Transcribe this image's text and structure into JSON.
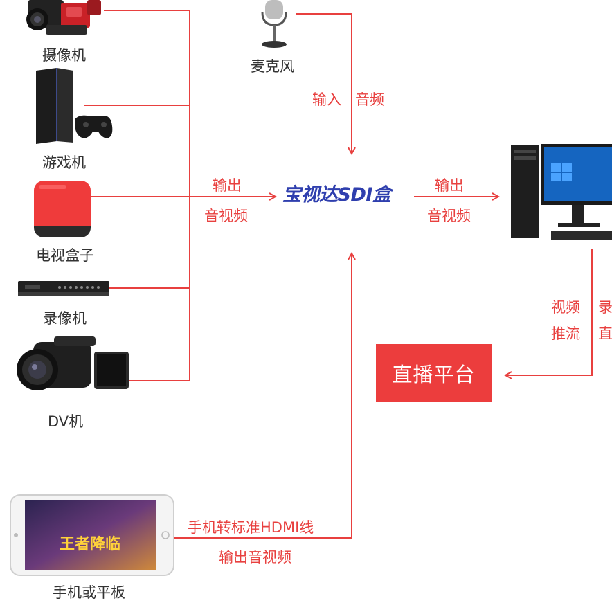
{
  "devices": {
    "camcorder": "摄像机",
    "console": "游戏机",
    "tvbox": "电视盒子",
    "recorder": "录像机",
    "dv": "DV机",
    "phone": "手机或平板",
    "microphone": "麦克风"
  },
  "hub_label": "宝视达SDI盒",
  "edge_labels": {
    "input_audio_1": "输入",
    "input_audio_2": "音频",
    "out_left_1": "输出",
    "out_left_2": "音视频",
    "out_right_1": "输出",
    "out_right_2": "音视频",
    "phone_line_1": "手机转标准HDMI线",
    "phone_line_2": "输出音视频",
    "push_1": "视频",
    "push_2": "推流",
    "record_1": "录",
    "record_2": "直"
  },
  "platform_label": "直播平台",
  "colors": {
    "line": "#e8403f",
    "hub_text": "#2f3fae",
    "platform_bg": "#ec3d3d"
  },
  "phone_screen_text": "王者降临"
}
